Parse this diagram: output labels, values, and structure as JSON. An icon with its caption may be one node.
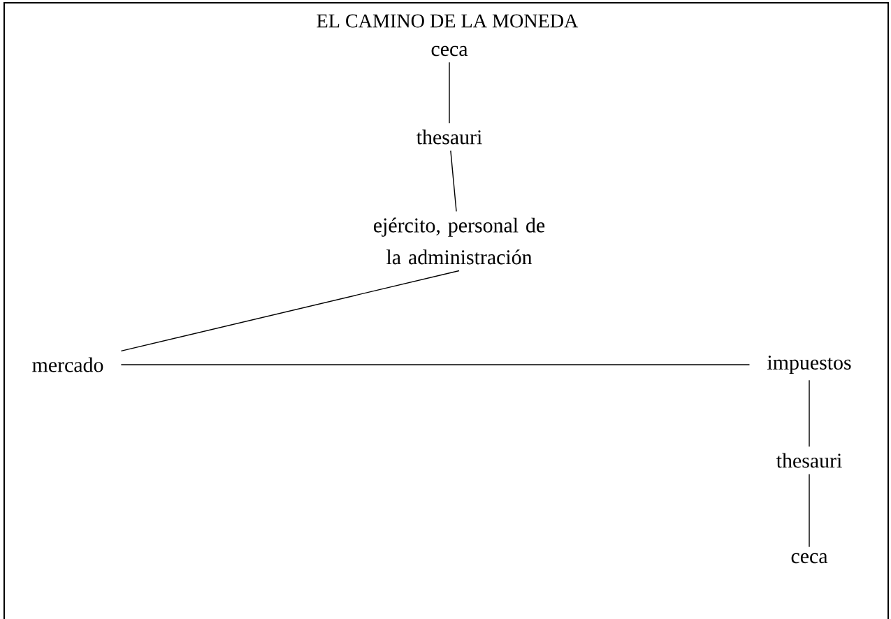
{
  "diagram": {
    "title": "EL CAMINO DE LA MONEDA",
    "nodes": [
      {
        "text": [
          "ceca"
        ]
      },
      {
        "text": [
          "thesauri"
        ]
      },
      {
        "text": [
          "ejército, personal de la administración"
        ]
      },
      {
        "text": [
          "mercado"
        ]
      },
      {
        "text": [
          "impuestos"
        ]
      },
      {
        "text": [
          "thesauri"
        ]
      },
      {
        "text": [
          "ceca"
        ]
      }
    ],
    "edges": [
      {
        "from": 0,
        "to": 1,
        "arrow": "none"
      },
      {
        "from": 1,
        "to": 2,
        "arrow": "none"
      },
      {
        "from": 2,
        "to": 3,
        "arrow": "none"
      },
      {
        "from": 3,
        "to": 4,
        "arrow": "none"
      },
      {
        "from": 4,
        "to": 5,
        "arrow": "none"
      },
      {
        "from": 5,
        "to": 6,
        "arrow": "none"
      }
    ]
  }
}
